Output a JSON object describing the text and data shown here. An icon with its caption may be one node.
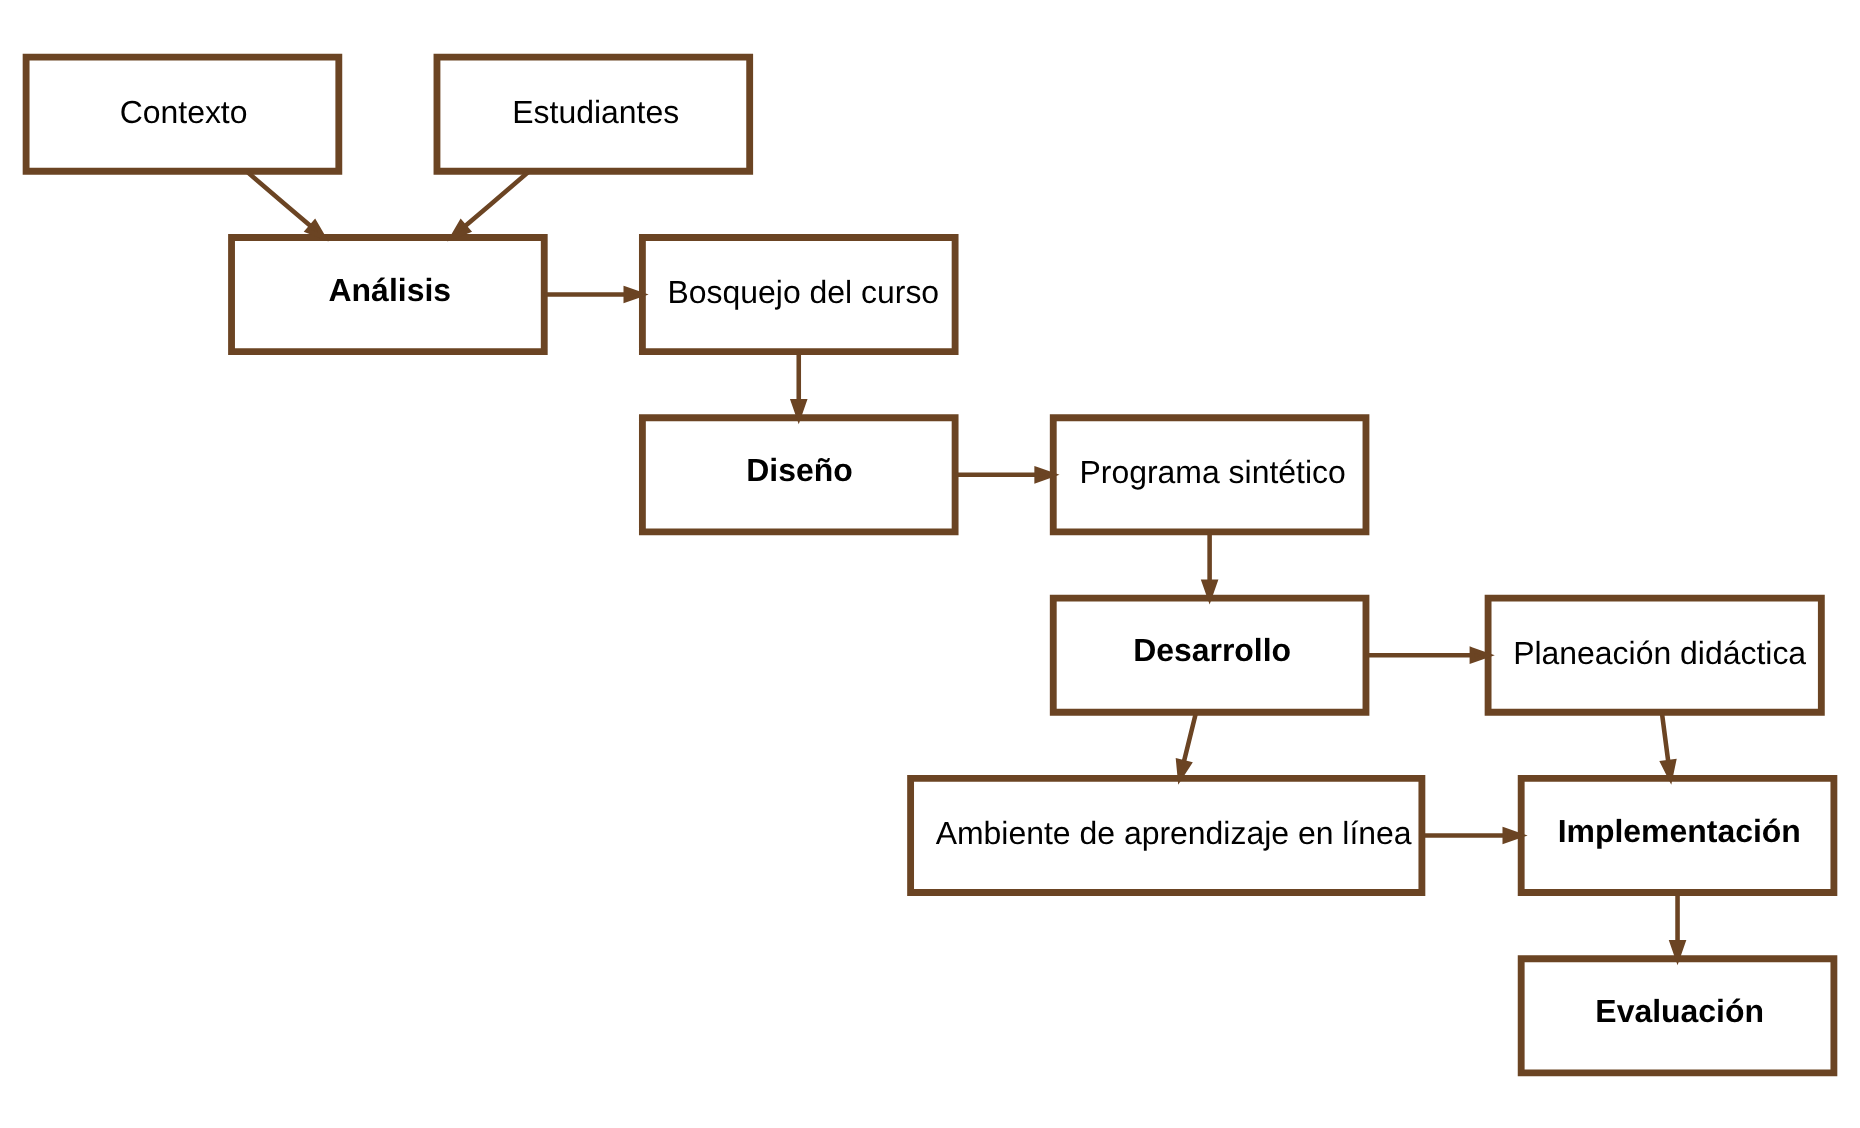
{
  "diagram": {
    "nodes": [
      {
        "text": [
          "Contexto"
        ]
      },
      {
        "text": [
          "Análisis"
        ]
      },
      {
        "text": [
          "Bosquejo del curso"
        ]
      },
      {
        "text": [
          "Estudiantes"
        ]
      },
      {
        "text": [
          "Diseño"
        ]
      },
      {
        "text": [
          "Programa sintético"
        ]
      },
      {
        "text": [
          "Desarrollo"
        ]
      },
      {
        "text": [
          "Planeación didáctica"
        ]
      },
      {
        "text": [
          "Ambiente de aprendizaje en línea"
        ]
      },
      {
        "text": [
          "Implementación"
        ]
      },
      {
        "text": [
          "Evaluación"
        ]
      }
    ],
    "edges": [
      {
        "from": 0,
        "to": 1,
        "arrow": "to"
      },
      {
        "from": 3,
        "to": 1,
        "arrow": "to"
      },
      {
        "from": 1,
        "to": 2,
        "arrow": "to"
      },
      {
        "from": 2,
        "to": 4,
        "arrow": "to"
      },
      {
        "from": 4,
        "to": 5,
        "arrow": "to"
      },
      {
        "from": 5,
        "to": 6,
        "arrow": "to"
      },
      {
        "from": 6,
        "to": 7,
        "arrow": "to"
      },
      {
        "from": 6,
        "to": 8,
        "arrow": "to"
      },
      {
        "from": 7,
        "to": 9,
        "arrow": "to"
      },
      {
        "from": 8,
        "to": 9,
        "arrow": "to"
      },
      {
        "from": 9,
        "to": 10,
        "arrow": "to"
      }
    ]
  }
}
